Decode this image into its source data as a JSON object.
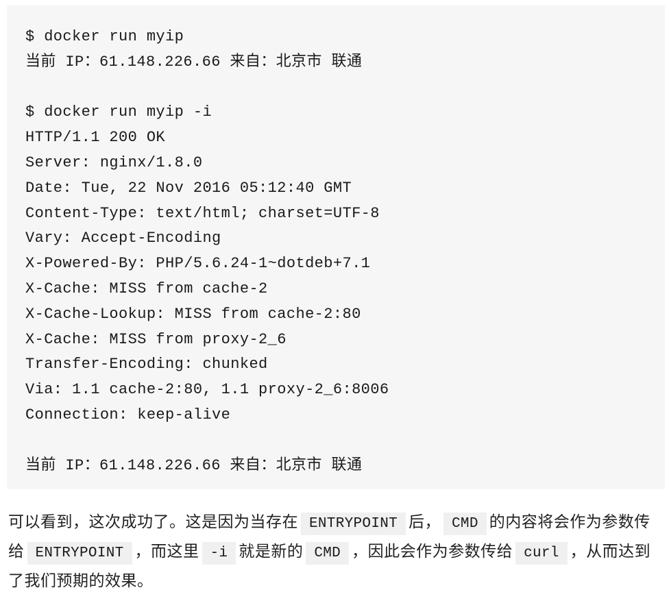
{
  "code_block": {
    "lines": [
      "$ docker run myip",
      "当前 IP：61.148.226.66 来自：北京市 联通",
      "",
      "$ docker run myip -i",
      "HTTP/1.1 200 OK",
      "Server: nginx/1.8.0",
      "Date: Tue, 22 Nov 2016 05:12:40 GMT",
      "Content-Type: text/html; charset=UTF-8",
      "Vary: Accept-Encoding",
      "X-Powered-By: PHP/5.6.24-1~dotdeb+7.1",
      "X-Cache: MISS from cache-2",
      "X-Cache-Lookup: MISS from cache-2:80",
      "X-Cache: MISS from proxy-2_6",
      "Transfer-Encoding: chunked",
      "Via: 1.1 cache-2:80, 1.1 proxy-2_6:8006",
      "Connection: keep-alive",
      "",
      "当前 IP：61.148.226.66 来自：北京市 联通"
    ]
  },
  "paragraph": {
    "t1": "可以看到，这次成功了。这是因为当存在",
    "c1": "ENTRYPOINT",
    "t2": "后，",
    "c2": "CMD",
    "t3": "的内容将会作为参数传给",
    "c3": "ENTRYPOINT",
    "t4": "，而这里",
    "c4": "-i",
    "t5": "就是新的",
    "c5": "CMD",
    "t6": "，因此会作为参数传给",
    "c6": "curl",
    "t7": "，从而达到了我们预期的效果。"
  }
}
